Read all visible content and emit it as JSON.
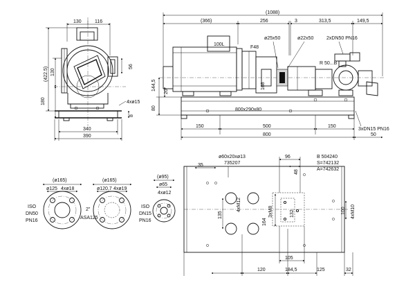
{
  "front_view": {
    "dims": {
      "top_left": "130",
      "top_right": "116",
      "left_outer": "(422.5)",
      "left_inner": "130",
      "left_lower": "180",
      "height_right": "56",
      "bolt": "4xø15",
      "base_h": "8",
      "width_inner": "340",
      "width_outer": "390"
    }
  },
  "side_view": {
    "dims": {
      "overall": "(1088)",
      "motor": "(366)",
      "coupling": "256",
      "gap": "3",
      "pump": "313,5",
      "end": "149,5",
      "height_axis": "144,5",
      "height_20": "20",
      "height_80": "80",
      "c168": "168",
      "b150a": "150",
      "b500": "500",
      "b150b": "150",
      "b800": "800",
      "b50": "50"
    },
    "labels": {
      "motor": "100L",
      "frame": "F48",
      "shaft_a": "ø25x50",
      "shaft_b": "ø22x50",
      "flange": "2xDN50 PN16",
      "pump": "R 50...B",
      "base": "800x290x80",
      "drain": "3xDN15 PN16"
    }
  },
  "flanges": [
    {
      "dia_outer": "(ø165)",
      "dia_bolt": "ø125",
      "holes": "4xø18",
      "side1": "ISO",
      "side2": "DN50",
      "side3": "PN16"
    },
    {
      "dia_outer": "(ø165)",
      "dia_bolt": "ø120,7",
      "holes": "4xø19",
      "side1": "2\"",
      "side2": "ASA125",
      "side3": ""
    },
    {
      "dia_outer": "(ø95)",
      "dia_bolt": "ø65",
      "holes": "4xø12",
      "side1": "ISO",
      "side2": "DN15",
      "side3": "PN16"
    }
  ],
  "base_plan": {
    "dims": {
      "slot": "ø60x20xø13",
      "ref": "735207",
      "d35": "35",
      "d96": "96",
      "d48": "48",
      "m12": "4xM12",
      "m8": "3xM8",
      "d135": "135",
      "d164": "164",
      "d132": "132",
      "d105": "105",
      "d100": "100",
      "m10": "4xM10",
      "x120": "120",
      "x184": "184,5",
      "x125": "125",
      "x32": "32"
    },
    "codes": {
      "b": "B  504240",
      "s": "S=742132",
      "a": "A=742632"
    }
  }
}
